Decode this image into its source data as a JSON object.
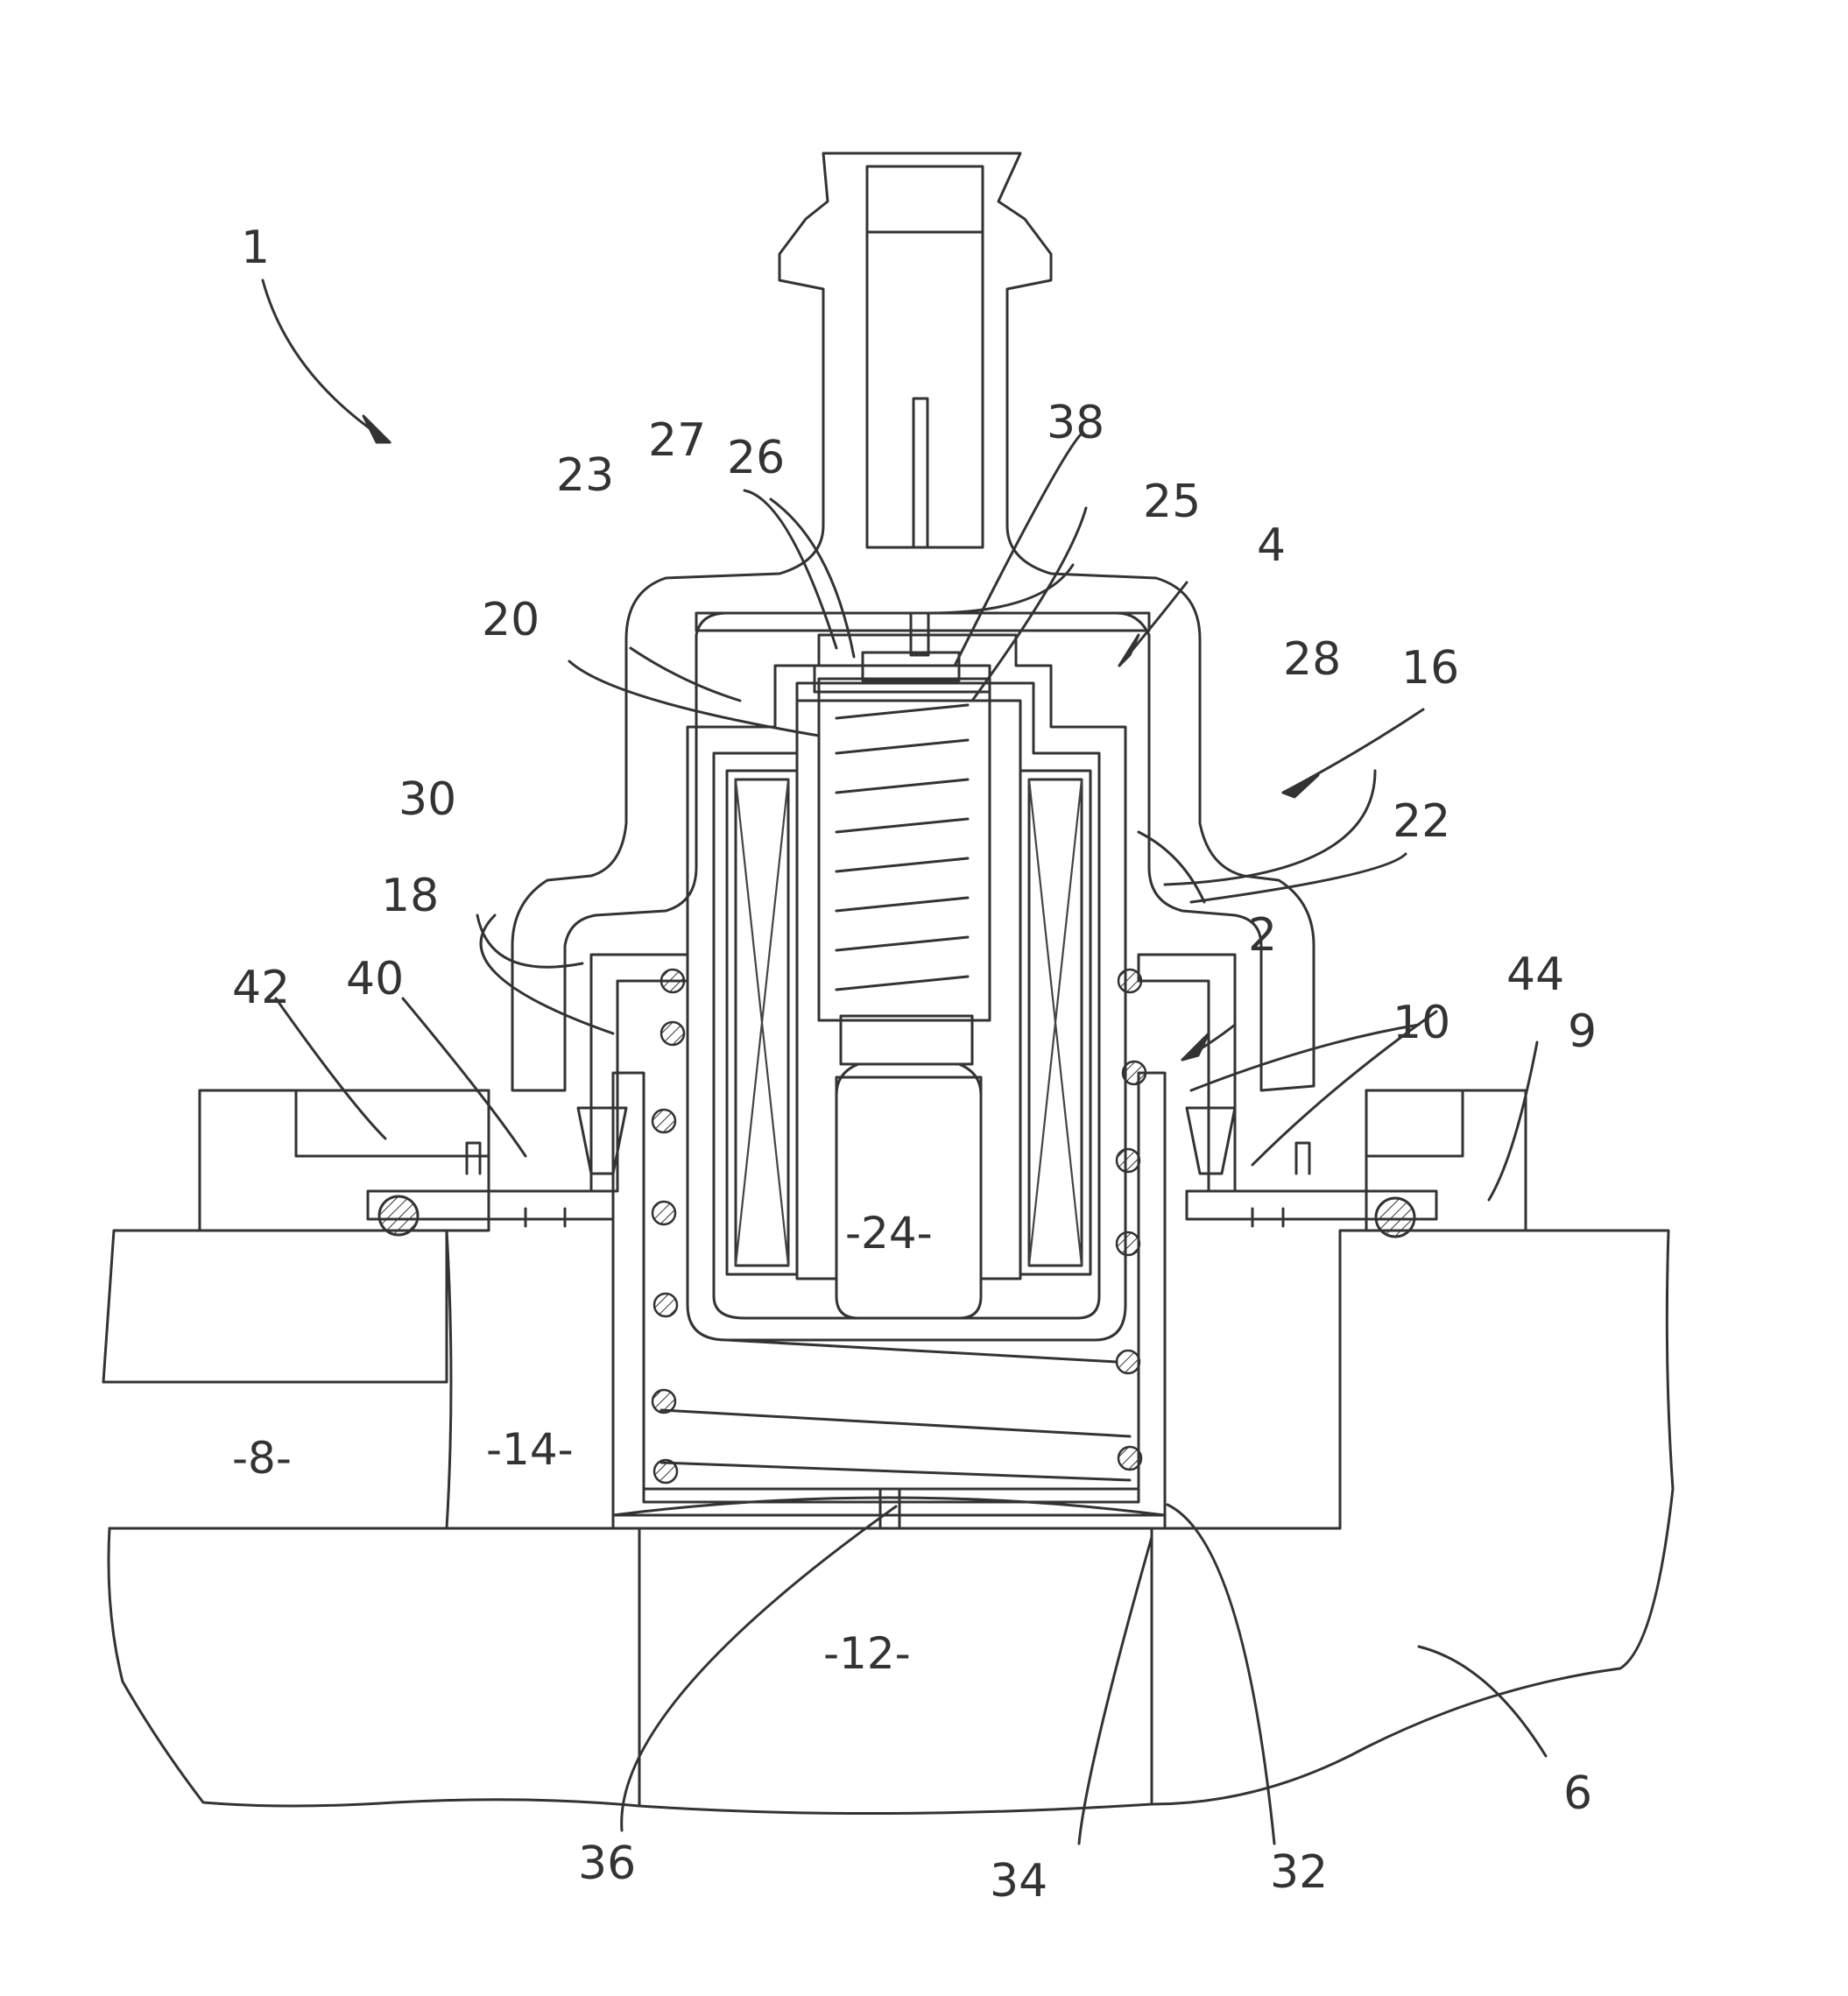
{
  "figure": {
    "colors": {
      "line": "#333333",
      "hatch": "#333333",
      "background": "#ffffff"
    },
    "reference_numerals": [
      "1",
      "2",
      "4",
      "6",
      "9",
      "10",
      "16",
      "18",
      "20",
      "22",
      "23",
      "25",
      "26",
      "27",
      "28",
      "30",
      "32",
      "34",
      "36",
      "38",
      "40",
      "42",
      "44"
    ],
    "region_labels": {
      "r8": "-8-",
      "r12": "-12-",
      "r14": "-14-",
      "r24": "-24-"
    },
    "labels": {
      "n1": "1",
      "n2": "2",
      "n4": "4",
      "n6": "6",
      "n9": "9",
      "n10": "10",
      "n16": "16",
      "n18": "18",
      "n20": "20",
      "n22": "22",
      "n23": "23",
      "n25": "25",
      "n26": "26",
      "n27": "27",
      "n28": "28",
      "n30": "30",
      "n32": "32",
      "n34": "34",
      "n36": "36",
      "n38": "38",
      "n40": "40",
      "n42": "42",
      "n44": "44"
    }
  }
}
